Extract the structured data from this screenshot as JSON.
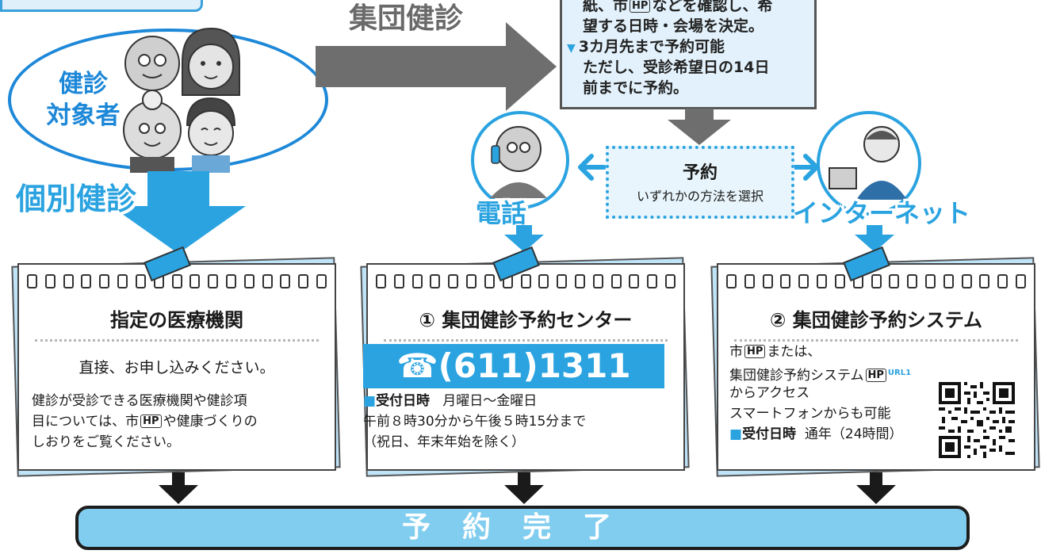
{
  "target": {
    "label_line1": "健診",
    "label_line2": "対象者"
  },
  "group": {
    "title": "集団健診"
  },
  "info_box": {
    "line1_a": "紙、市",
    "line1_hp": "HP",
    "line1_b": "などを確認し、希",
    "line2": "望する日時・会場を決定。",
    "line3": "3カ月先まで予約可能",
    "line4": "ただし、受診希望日の14日",
    "line5": "前までに予約。",
    "marker": "▼"
  },
  "individual": {
    "title": "個別健診"
  },
  "phone": {
    "title": "電話"
  },
  "internet": {
    "title": "インターネット"
  },
  "reserve": {
    "title": "予約",
    "subtitle": "いずれかの方法を選択"
  },
  "card1": {
    "title": "指定の医療機関",
    "lead": "直接、お申し込みください。",
    "line1": "健診が受診できる医療機関や健診項",
    "line2_a": "目については、市",
    "line2_hp": "HP",
    "line2_b": "や健康づくりの",
    "line3": "しおりをご覧ください。"
  },
  "card2": {
    "title": "① 集団健診予約センター",
    "phone_number": "☎(611)1311",
    "hours_label": "受付日時",
    "hours_days": "月曜日～金曜日",
    "hours_time": "午前８時30分から午後５時15分まで",
    "hours_note": "（祝日、年末年始を除く）"
  },
  "card3": {
    "title": "② 集団健診予約システム",
    "line1_a": "市",
    "line1_hp": "HP",
    "line1_b": "または、",
    "line2_a": "集団健診予約システム",
    "line2_hp": "HP",
    "url_tag": "URL1",
    "line3": "からアクセス",
    "line4": "スマートフォンからも可能",
    "hours_label": "受付日時",
    "hours_value": "通年（24時間）"
  },
  "bullet": "■",
  "done": {
    "label": "予約完了"
  },
  "colors": {
    "accent_blue": "#2aa3e0",
    "gray_arrow": "#6e6e6e",
    "banner": "#81cdef"
  }
}
